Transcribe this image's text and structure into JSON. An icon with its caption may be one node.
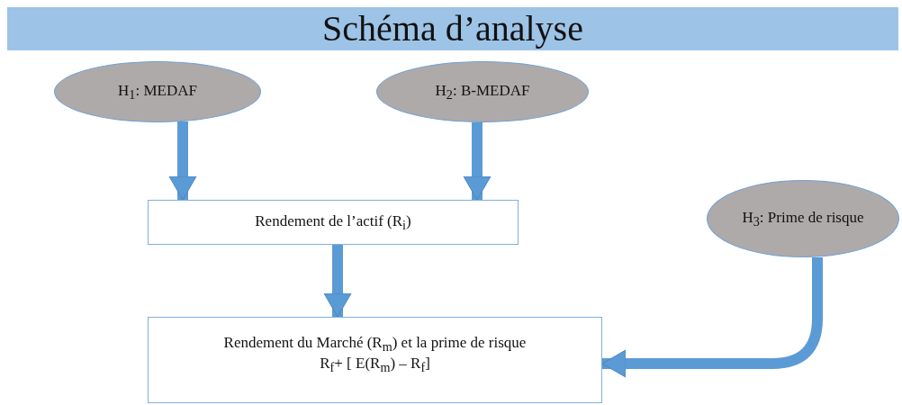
{
  "diagram": {
    "title": "Schéma d’analyse",
    "nodes": [
      {
        "text": [
          "H$_{1}$: MEDAF"
        ]
      },
      {
        "text": [
          "H$_{2}$: B-MEDAF"
        ]
      },
      {
        "text": [
          "Rendement de l’actif (R$_{i}$)"
        ]
      },
      {
        "text": [
          "H$_{3}$: Prime de risque"
        ]
      },
      {
        "text": [
          "Rendement du Marché (R$_{m}$) et la prime de risque",
          "R$_{f}$+ [ E(R$_{m}$) – R$_{f}$]"
        ]
      }
    ],
    "edges": [
      {
        "from": 0,
        "to": 2,
        "arrow": "to"
      },
      {
        "from": 1,
        "to": 2,
        "arrow": "to"
      },
      {
        "from": 2,
        "to": 4,
        "arrow": "to"
      },
      {
        "from": 3,
        "to": 4,
        "arrow": "to"
      }
    ]
  }
}
